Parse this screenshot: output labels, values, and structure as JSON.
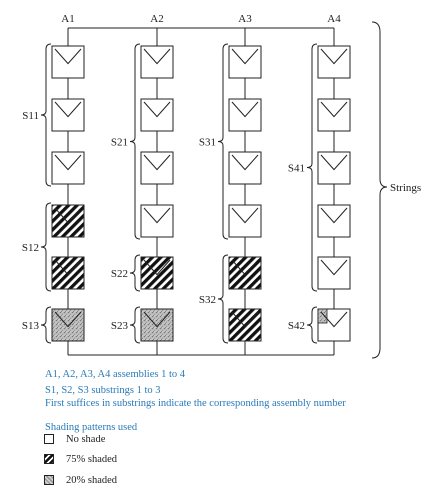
{
  "assemblies": [
    {
      "label": "A1",
      "modules": [
        "none",
        "none",
        "none",
        "75",
        "75",
        "20"
      ],
      "groups": [
        {
          "label": "S11",
          "start": 0,
          "end": 2
        },
        {
          "label": "S12",
          "start": 3,
          "end": 4
        },
        {
          "label": "S13",
          "start": 5,
          "end": 5
        }
      ]
    },
    {
      "label": "A2",
      "modules": [
        "none",
        "none",
        "none",
        "none",
        "75",
        "20"
      ],
      "groups": [
        {
          "label": "S21",
          "start": 0,
          "end": 3
        },
        {
          "label": "S22",
          "start": 4,
          "end": 4
        },
        {
          "label": "S23",
          "start": 5,
          "end": 5
        }
      ]
    },
    {
      "label": "A3",
      "modules": [
        "none",
        "none",
        "none",
        "none",
        "75",
        "75"
      ],
      "groups": [
        {
          "label": "S31",
          "start": 0,
          "end": 3
        },
        {
          "label": "S32",
          "start": 4,
          "end": 5
        }
      ]
    },
    {
      "label": "A4",
      "modules": [
        "none",
        "none",
        "none",
        "none",
        "none",
        "20-corner"
      ],
      "groups": [
        {
          "label": "S41",
          "start": 0,
          "end": 4
        },
        {
          "label": "S42",
          "start": 5,
          "end": 5
        }
      ]
    }
  ],
  "strings_label": "Strings",
  "caption": {
    "line1": "A1, A2, A3, A4 assemblies 1 to 4",
    "line2": "S1, S2, S3 substrings 1 to 3",
    "line3": "First suffices in substrings indicate the corresponding assembly number"
  },
  "legend": {
    "title": "Shading patterns used",
    "items": [
      {
        "label": "No shade",
        "pattern": "none"
      },
      {
        "label": "75% shaded",
        "pattern": "75"
      },
      {
        "label": "20% shaded",
        "pattern": "20"
      }
    ]
  }
}
